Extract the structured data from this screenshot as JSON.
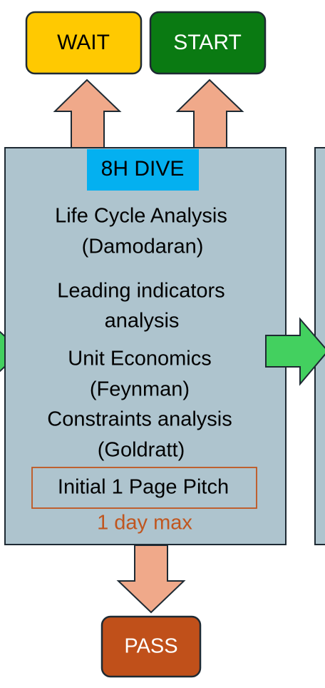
{
  "buttons": {
    "wait": "WAIT",
    "start": "START",
    "pass": "PASS"
  },
  "stage": {
    "badge": "8H DIVE",
    "lines": [
      "Life Cycle Analysis",
      "(Damodaran)",
      "Leading indicators",
      "analysis",
      "Unit Economics",
      "(Feynman)",
      "Constraints analysis",
      "(Goldratt)"
    ],
    "pitch": "Initial 1 Page Pitch",
    "limit": "1 day max"
  },
  "colors": {
    "wait_fill": "#ffc901",
    "start_fill": "#0a7a12",
    "pass_fill": "#c0501a",
    "stage_fill": "#aec4ce",
    "badge_fill": "#04b0f0",
    "arrow_up_down": "#f0a98a",
    "arrow_side": "#43d05f",
    "limit_text": "#c0561f",
    "pitch_border": "#c0561f"
  },
  "icons": {
    "up_arrow": "up-arrow-icon",
    "down_arrow": "down-arrow-icon",
    "right_arrow": "right-arrow-icon"
  }
}
